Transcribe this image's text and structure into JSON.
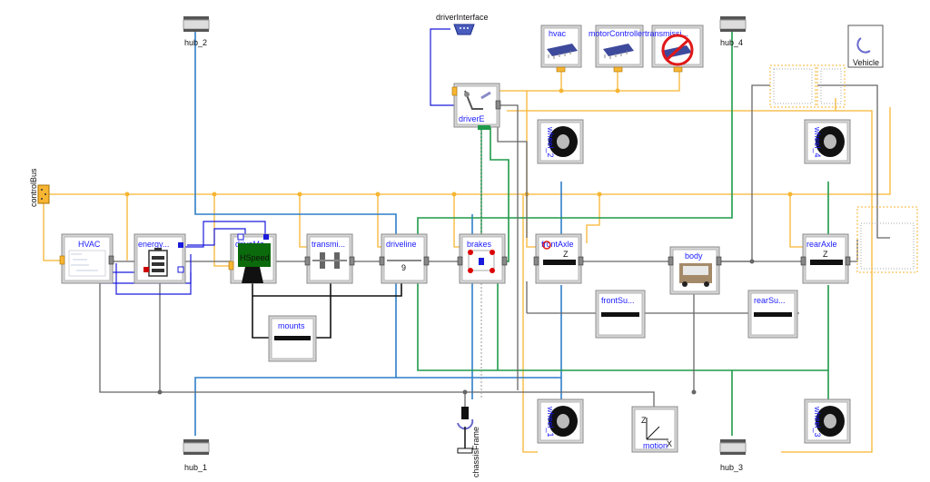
{
  "labels": {
    "driverInterface": "driverInterface",
    "controlBus": "controlBus",
    "hub_1": "hub_1",
    "hub_2": "hub_2",
    "hub_3": "hub_3",
    "hub_4": "hub_4",
    "vehicle": "Vehicle",
    "hvac_top": "hvac",
    "motorController": "motorController",
    "transmission_top": "transmissi...",
    "driver": "driverE",
    "wheel_2": "wheel_2",
    "wheel_4": "wheel_4",
    "wheel_1": "wheel_1",
    "wheel_3": "wheel_3",
    "HVAC": "HVAC",
    "energy": "energy...",
    "driveMotor": "driveMo",
    "transmission": "transmi...",
    "driveline": "driveline",
    "brakes": "brakes",
    "frontAxle": "frontAxle",
    "body": "body",
    "rearAxle": "rearAxle",
    "mounts": "mounts",
    "frontSusp": "frontSu...",
    "rearSusp": "rearSu...",
    "chassisFrame": "chassisFrame",
    "motion": "motion",
    "motor_text": "HSpeed",
    "driveline_ratio": "9",
    "axle_z": "Z",
    "axle_z2": "Z",
    "motion_x": "X",
    "motion_z": "Z"
  },
  "colors": {
    "bus": "#f7b532",
    "rotational": "#2f7fc8",
    "translational": "#1f9a4a",
    "mechanical": "#666666",
    "electrical": "#1a1adc",
    "label": "#1a1aff"
  }
}
